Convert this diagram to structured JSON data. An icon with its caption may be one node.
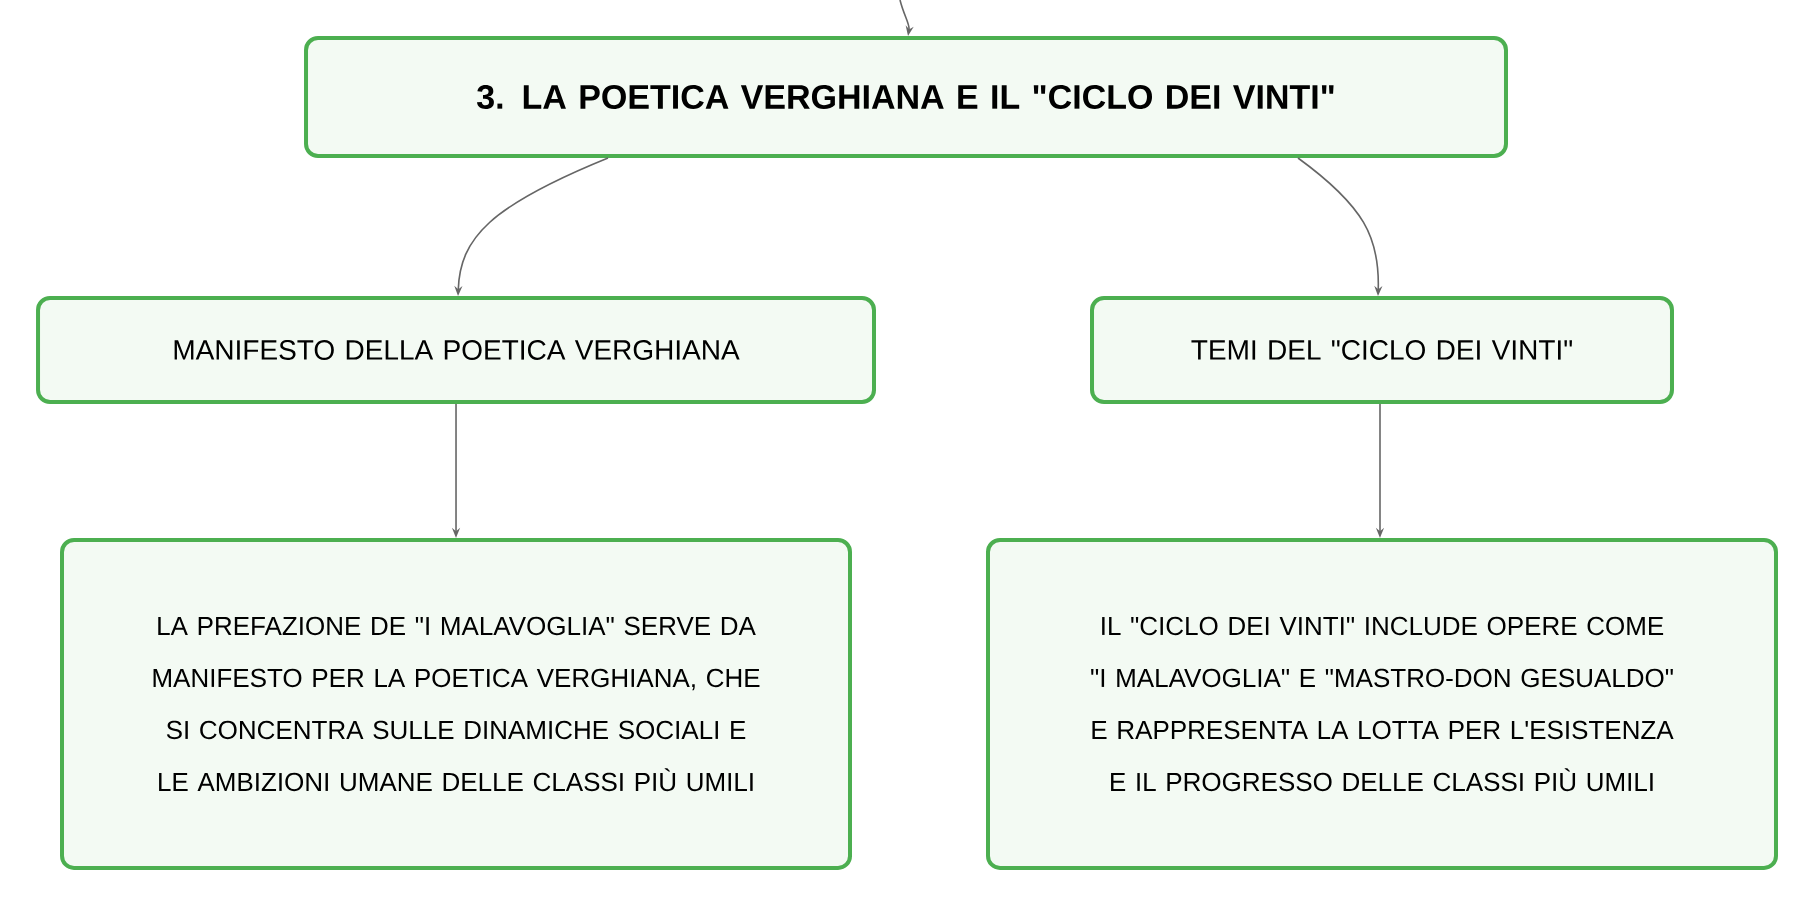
{
  "diagram": {
    "nodes": [
      {
        "text": [
          "3. LA POETICA VERGHIANA E IL \"CICLO DEI VINTI\""
        ]
      },
      {
        "text": [
          "MANIFESTO DELLA POETICA VERGHIANA"
        ]
      },
      {
        "text": [
          "TEMI DEL \"CICLO DEI VINTI\""
        ]
      },
      {
        "text": [
          "LA PREFAZIONE DE \"I MALAVOGLIA\" SERVE DA MANIFESTO PER LA POETICA VERGHIANA, CHE SI CONCENTRA SULLE DINAMICHE SOCIALI E LE AMBIZIONI UMANE DELLE CLASSI PIÙ UMILI"
        ]
      },
      {
        "text": [
          "IL \"CICLO DEI VINTI\" INCLUDE OPERE COME \"I MALAVOGLIA\" E \"MASTRO-DON GESUALDO\" E RAPPRESENTA LA LOTTA PER L'ESISTENZA E IL PROGRESSO DELLE CLASSI PIÙ UMILI"
        ]
      }
    ],
    "edges": [
      {
        "from": null,
        "to": 0,
        "arrow": "to"
      },
      {
        "from": 0,
        "to": 1,
        "arrow": "to"
      },
      {
        "from": 0,
        "to": 2,
        "arrow": "to"
      },
      {
        "from": 1,
        "to": 3,
        "arrow": "to"
      },
      {
        "from": 2,
        "to": 4,
        "arrow": "to"
      }
    ]
  }
}
